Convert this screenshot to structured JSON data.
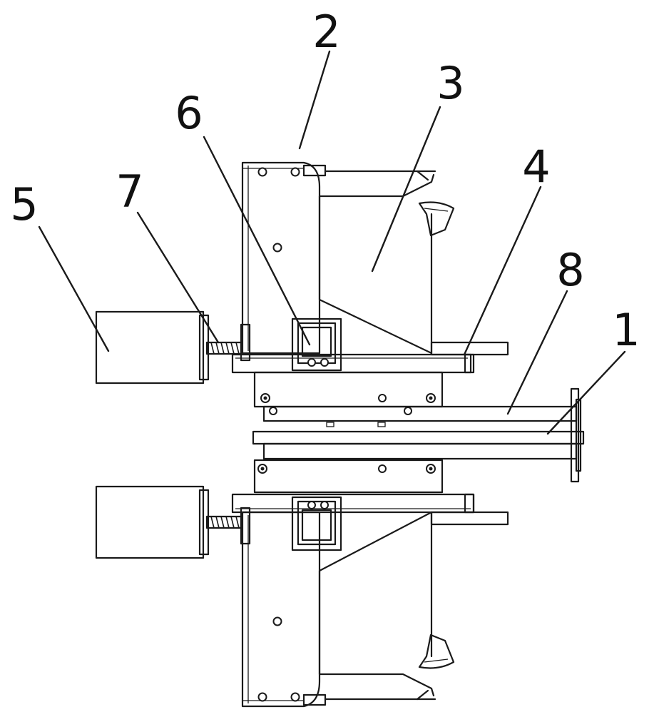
{
  "figure": {
    "labels": [
      "2",
      "3",
      "6",
      "4",
      "5",
      "7",
      "8",
      "1"
    ]
  }
}
